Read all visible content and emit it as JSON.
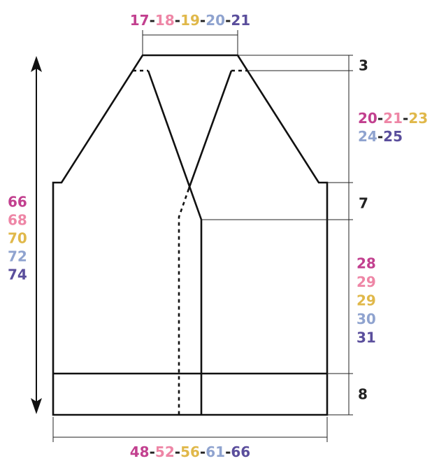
{
  "colors": {
    "size1": "#c2408f",
    "size2": "#ee86a6",
    "size3": "#e0b84a",
    "size4": "#8fa3cf",
    "size5": "#5a4e9c",
    "ink": "#222222"
  },
  "labels": {
    "neck_width": [
      "17",
      "18",
      "19",
      "20",
      "21"
    ],
    "shoulder_drop": "3",
    "raglan_depth": [
      "20",
      "21",
      "23",
      "24",
      "25"
    ],
    "neck_depth": "7",
    "body_length": [
      "28",
      "29",
      "29",
      "30",
      "31"
    ],
    "ribbing_height": "8",
    "total_length": [
      "66",
      "68",
      "70",
      "72",
      "74"
    ],
    "chest_width": [
      "48",
      "52",
      "56",
      "61",
      "66"
    ],
    "separator": "-"
  }
}
